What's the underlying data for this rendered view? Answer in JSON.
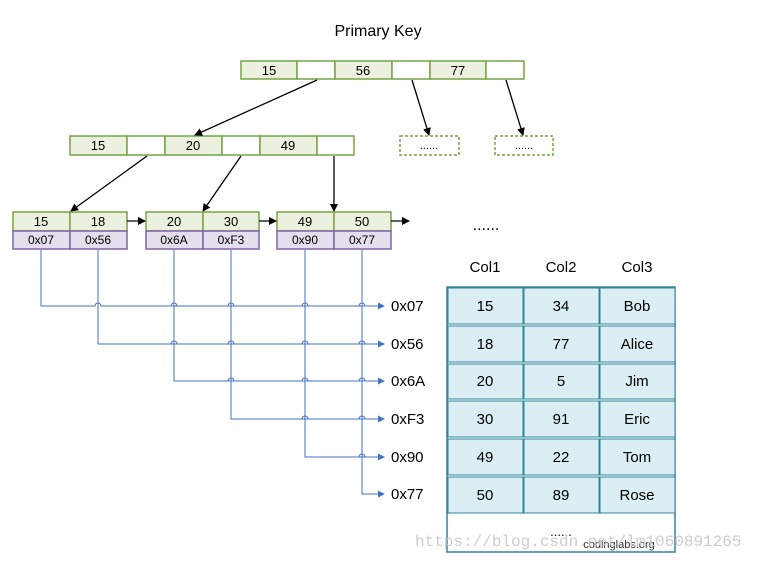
{
  "title": "Primary Key",
  "root": {
    "keys": [
      "15",
      "56",
      "77"
    ]
  },
  "level2": {
    "keys": [
      "15",
      "20",
      "49"
    ]
  },
  "placeholders": [
    "......",
    "......"
  ],
  "leaves": [
    {
      "keys": [
        "15",
        "18"
      ],
      "ptrs": [
        "0x07",
        "0x56"
      ]
    },
    {
      "keys": [
        "20",
        "30"
      ],
      "ptrs": [
        "0x6A",
        "0xF3"
      ]
    },
    {
      "keys": [
        "49",
        "50"
      ],
      "ptrs": [
        "0x90",
        "0x77"
      ]
    }
  ],
  "leaf_ellipsis": "......",
  "addresses": [
    "0x07",
    "0x56",
    "0x6A",
    "0xF3",
    "0x90",
    "0x77"
  ],
  "table": {
    "columns": [
      "Col1",
      "Col2",
      "Col3"
    ],
    "rows": [
      [
        "15",
        "34",
        "Bob"
      ],
      [
        "18",
        "77",
        "Alice"
      ],
      [
        "20",
        "5",
        "Jim"
      ],
      [
        "30",
        "91",
        "Eric"
      ],
      [
        "49",
        "22",
        "Tom"
      ],
      [
        "50",
        "89",
        "Rose"
      ]
    ],
    "footer": "......"
  },
  "credit": "codinglabs.org",
  "watermark": "https://blog.csdn.net/lm1060891265",
  "colors": {
    "key_border": "#77a345",
    "key_fill": "#ebf1de",
    "ptr_border": "#8064a2",
    "ptr_fill": "#e4dfec",
    "arrow": "#000000",
    "link": "#4472c4",
    "table_border": "#31849b",
    "table_fill": "#dbeef4"
  }
}
